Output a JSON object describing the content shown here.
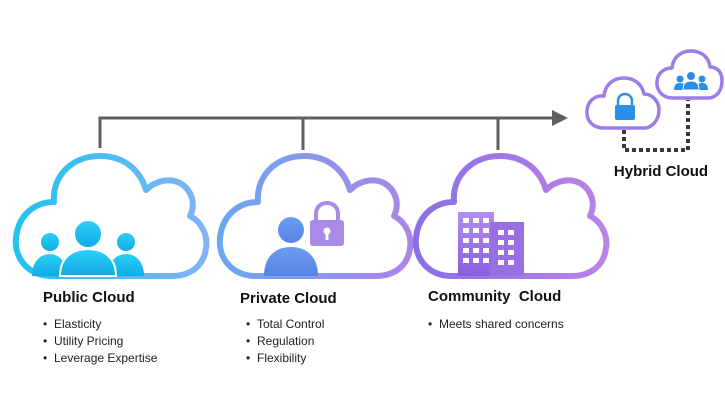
{
  "diagram": {
    "hybrid": {
      "title": "Hybrid Cloud"
    },
    "clouds": [
      {
        "title": "Public Cloud",
        "bullets": [
          "Elasticity",
          "Utility Pricing",
          "Leverage Expertise"
        ],
        "icon": "users-icon",
        "colors": [
          "#1fc4ef",
          "#7ab3f5"
        ]
      },
      {
        "title": "Private Cloud",
        "bullets": [
          "Total Control",
          "Regulation",
          "Flexibility"
        ],
        "icon": "user-lock-icon",
        "colors": [
          "#6fa0f0",
          "#a98ae8"
        ]
      },
      {
        "title": "Community  Cloud",
        "bullets": [
          "Meets shared concerns"
        ],
        "icon": "building-icon",
        "colors": [
          "#8e6fe6",
          "#b882e6"
        ]
      }
    ],
    "connector_color": "#606060",
    "hybrid_colors": {
      "outline": "#9b7ee8",
      "icon_lock": "#2a8fe6",
      "icon_users": "#2a8fe6"
    }
  }
}
